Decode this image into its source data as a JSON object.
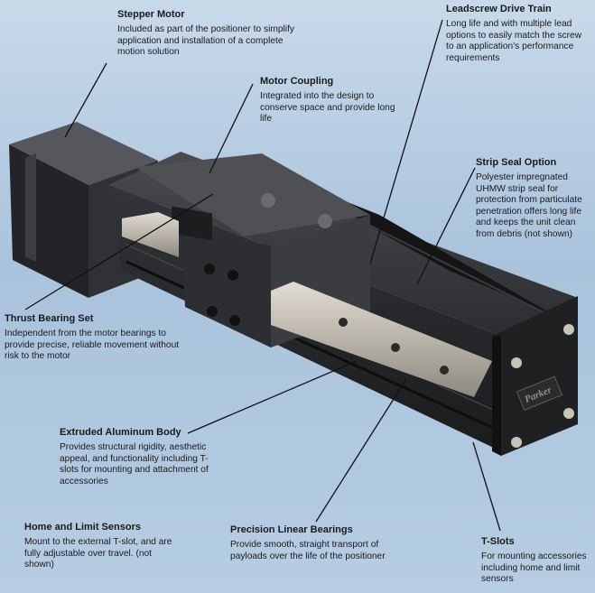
{
  "callouts": {
    "stepper_motor": {
      "title": "Stepper Motor",
      "description": "Included as part of the positioner to simplify application and installation of a complete motion solution"
    },
    "motor_coupling": {
      "title": "Motor Coupling",
      "description": "Integrated into the design to conserve space and provide long life"
    },
    "leadscrew": {
      "title": "Leadscrew Drive Train",
      "description": "Long life and with multiple lead options to easily match the screw to an application's performance requirements"
    },
    "strip_seal": {
      "title": "Strip Seal Option",
      "description": "Polyester impregnated UHMW strip seal for protection from particulate penetration offers long life and keeps the unit clean from debris (not shown)"
    },
    "thrust_bearing": {
      "title": "Thrust Bearing Set",
      "description": "Independent from the motor bearings to provide precise, reliable movement without risk to the motor"
    },
    "aluminum_body": {
      "title": "Extruded Aluminum Body",
      "description": "Provides structural rigidity, aesthetic appeal, and functionality including T-slots for mounting and attachment of accessories"
    },
    "sensors": {
      "title": "Home and Limit Sensors",
      "description": "Mount to the external T-slot, and are fully adjustable over travel. (not shown)"
    },
    "linear_bearings": {
      "title": "Precision Linear Bearings",
      "description": "Provide smooth, straight transport of payloads over the life of the positioner"
    },
    "tslots": {
      "title": "T-Slots",
      "description": "For mounting accessories including home and limit sensors"
    }
  },
  "brand_plate": "Parker",
  "colors": {
    "background": "#b6cde3",
    "body_dark": "#2b2c2f",
    "rail_silver": "#b9b4aa"
  }
}
